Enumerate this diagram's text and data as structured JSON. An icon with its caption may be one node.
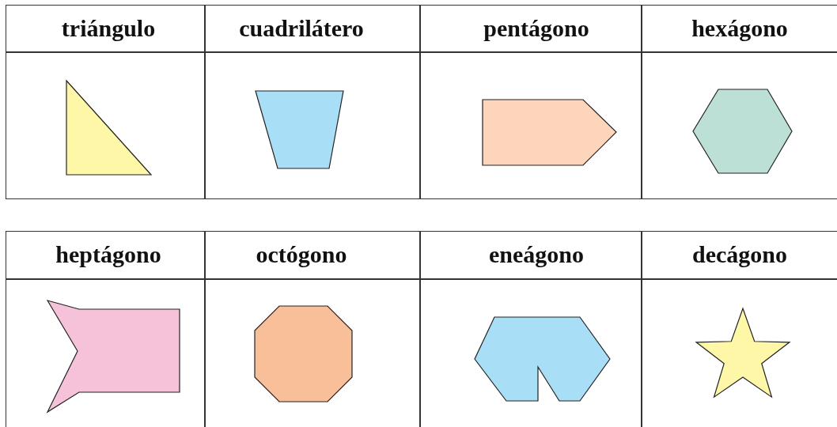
{
  "diagram": {
    "nodes": [
      {
        "text": [],
        "shape": "triangle"
      },
      {
        "text": [],
        "shape": "trapezoid"
      },
      {
        "text": [],
        "shape": "pentagon"
      },
      {
        "text": [],
        "shape": "hexagon"
      },
      {
        "text": [],
        "shape": "heptagon"
      },
      {
        "text": [],
        "shape": "octagon"
      },
      {
        "text": [],
        "shape": "nonagon"
      },
      {
        "text": [],
        "shape": "star"
      }
    ],
    "labels": [
      "triángulo",
      "cuadrilátero",
      "pentágono",
      "hexágono",
      "heptágono",
      "octógono",
      "eneágono",
      "decágono"
    ]
  }
}
